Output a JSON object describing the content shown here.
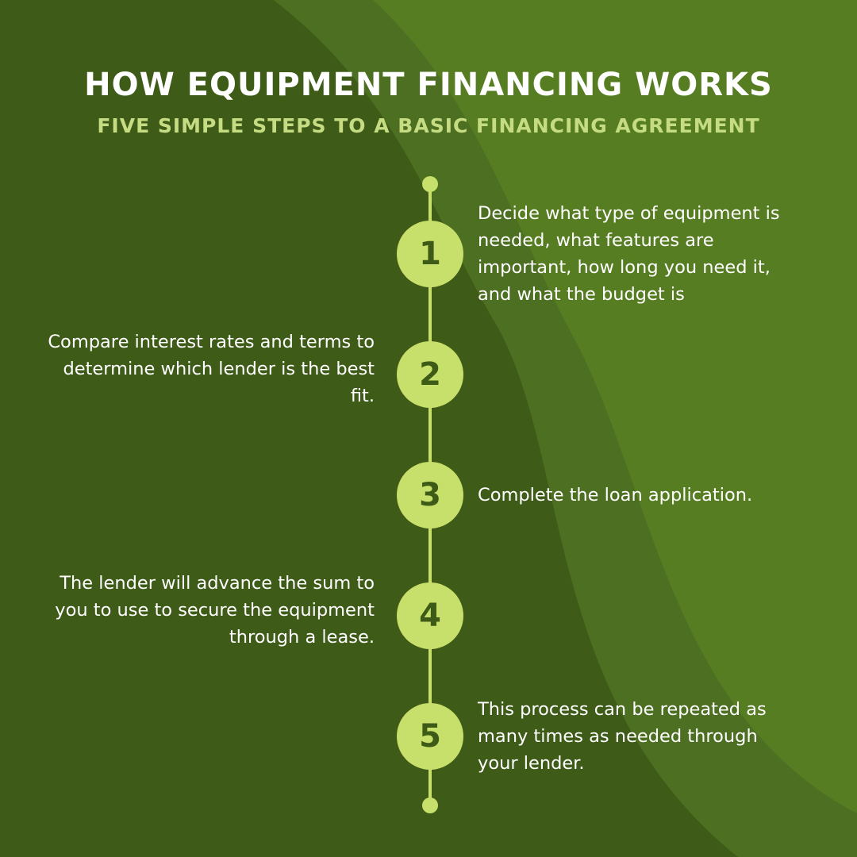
{
  "header": {
    "title": "HOW EQUIPMENT FINANCING WORKS",
    "subtitle": "FIVE SIMPLE STEPS TO A BASIC FINANCING AGREEMENT"
  },
  "colors": {
    "background_dark": "#3e5b18",
    "background_light": "#567d22",
    "accent": "#c6e06b",
    "subtitle": "#c6dc83",
    "number_text": "#3d5a17",
    "text": "#ffffff"
  },
  "steps": [
    {
      "number": "1",
      "side": "right",
      "text": "Decide what type of equipment is needed, what features are important, how long you need it, and what the budget is"
    },
    {
      "number": "2",
      "side": "left",
      "text": "Compare interest rates and terms to determine which lender is the best fit."
    },
    {
      "number": "3",
      "side": "right",
      "text": "Complete the loan application."
    },
    {
      "number": "4",
      "side": "left",
      "text": "The lender will advance the sum to you to use to secure the equipment through a lease."
    },
    {
      "number": "5",
      "side": "right",
      "text": "This process can be repeated as many times as needed through your lender."
    }
  ]
}
